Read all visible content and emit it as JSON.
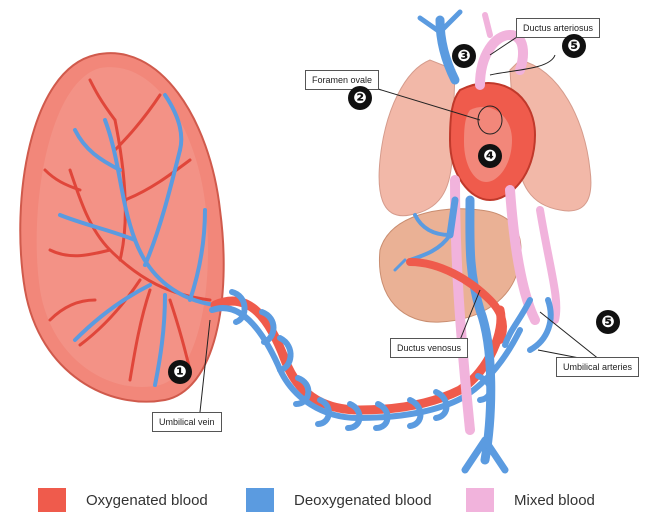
{
  "callouts": {
    "ductus_arteriosus": "Ductus arteriosus",
    "foramen_ovale": "Foramen ovale",
    "ductus_venosus": "Ductus venosus",
    "umbilical_vein": "Umbilical vein",
    "umbilical_arteries": "Umbilical arteries"
  },
  "markers": {
    "m1": "❶",
    "m2": "❷",
    "m3": "❸",
    "m4": "❹",
    "m5_top": "❺",
    "m5_right": "❺"
  },
  "legend": [
    {
      "label": "Oxygenated blood",
      "color": "#ef5b4c"
    },
    {
      "label": "Deoxygenated blood",
      "color": "#5b9be0"
    },
    {
      "label": "Mixed blood",
      "color": "#f1b3dc"
    }
  ],
  "colors": {
    "placenta_fill": "#f2877a",
    "placenta_edge": "#d05a4c",
    "oxygenated": "#ef5b4c",
    "deoxygenated": "#5b9be0",
    "mixed": "#f1b3dc",
    "organ": "#f2b8a8",
    "liver": "#eab195"
  }
}
